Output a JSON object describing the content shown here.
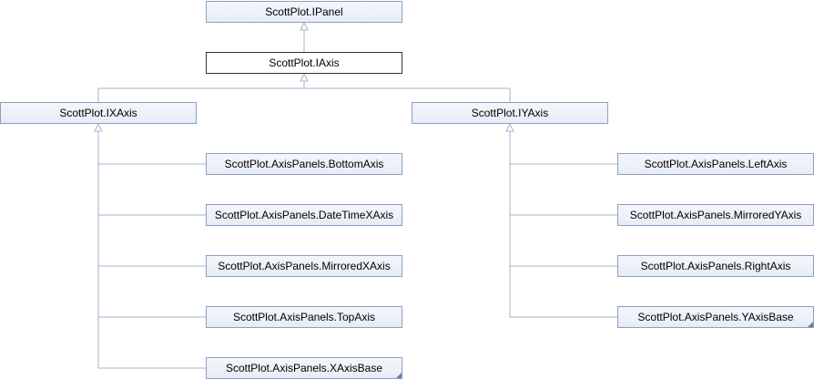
{
  "diagram": {
    "colors": {
      "edge": "#a3b4cc",
      "node_border": "#8aa0c0",
      "current_border": "#333333"
    },
    "nodes": {
      "ipanel": "ScottPlot.IPanel",
      "iaxis": "ScottPlot.IAxis",
      "ixaxis": "ScottPlot.IXAxis",
      "iyaxis": "ScottPlot.IYAxis",
      "bottom_axis": "ScottPlot.AxisPanels.BottomAxis",
      "datetime_xaxis": "ScottPlot.AxisPanels.DateTimeXAxis",
      "mirrored_xaxis": "ScottPlot.AxisPanels.MirroredXAxis",
      "top_axis": "ScottPlot.AxisPanels.TopAxis",
      "xaxis_base": "ScottPlot.AxisPanels.XAxisBase",
      "left_axis": "ScottPlot.AxisPanels.LeftAxis",
      "mirrored_yaxis": "ScottPlot.AxisPanels.MirroredYAxis",
      "right_axis": "ScottPlot.AxisPanels.RightAxis",
      "yaxis_base": "ScottPlot.AxisPanels.YAxisBase"
    }
  }
}
